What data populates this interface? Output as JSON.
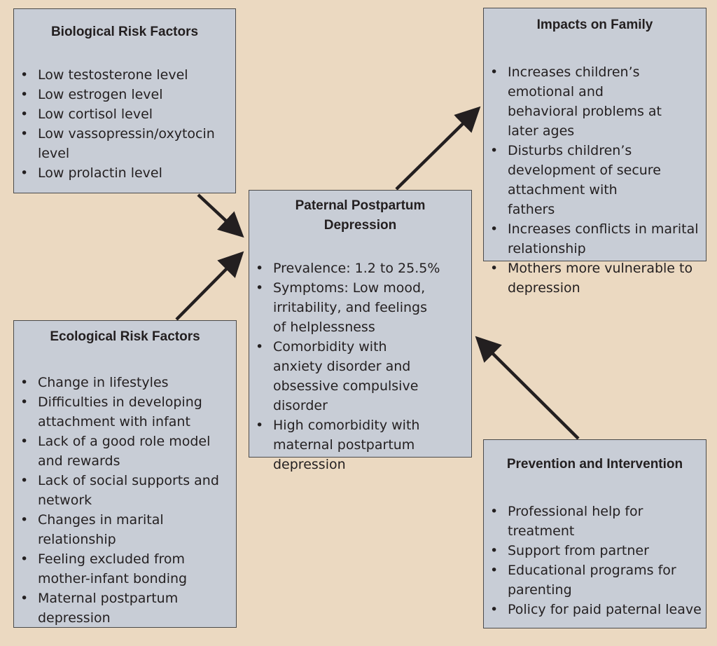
{
  "biological": {
    "title": "Biological Risk Factors",
    "items": [
      "Low testosterone level",
      "Low estrogen level",
      "Low cortisol level",
      "Low vassopressin/oxytocin level",
      "Low prolactin level"
    ]
  },
  "ecological": {
    "title": "Ecological Risk Factors",
    "items": [
      "Change in lifestyles",
      "Difficulties in developing attachment with infant",
      "Lack of a good role model and rewards",
      "Lack of social supports and network",
      "Changes in marital relationship",
      "Feeling excluded from mother-infant bonding",
      "Maternal postpartum depression"
    ]
  },
  "center": {
    "title_line1": "Paternal Postpartum",
    "title_line2": "Depression",
    "items": [
      "Prevalence: 1.2 to 25.5%",
      "Symptoms: Low mood, irritability, and feelings of helplessness",
      "Comorbidity with anxiety disorder and obsessive compulsive disorder",
      "High comorbidity with maternal postpartum depression"
    ]
  },
  "family": {
    "title": "Impacts on Family",
    "items": [
      "Increases children’s emotional and behavioral problems at later ages",
      "Disturbs children’s development of secure attachment with fathers",
      "Increases conflicts in marital relationship",
      "Mothers more vulnerable to depression"
    ]
  },
  "prevention": {
    "title": "Prevention and Intervention",
    "items": [
      "Professional help for treatment",
      "Support from partner",
      "Educational programs for parenting",
      "Policy for paid paternal leave"
    ]
  },
  "colors": {
    "background": "#ebd9c1",
    "box_fill": "#c8cdd6",
    "arrow": "#231f20"
  }
}
